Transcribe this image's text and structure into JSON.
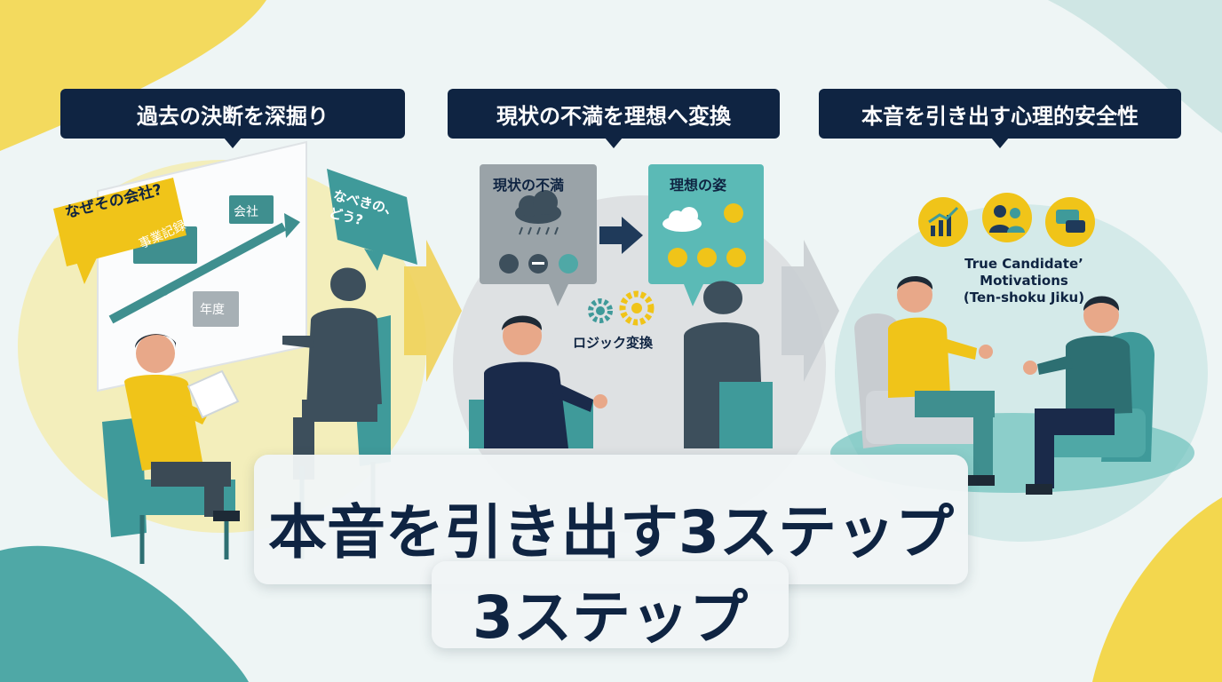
{
  "steps": [
    {
      "banner": "過去の決断を深掘り",
      "speech_question": "なぜその会社?",
      "speech_reply": "なべきの、どう?",
      "timeline_labels": [
        "事業記録",
        "会社",
        "年度"
      ]
    },
    {
      "banner": "現状の不満を理想へ変換",
      "dissatisfaction_label": "現状の不満",
      "ideal_label": "理想の姿",
      "logic_label": "ロジック変換"
    },
    {
      "banner": "本音を引き出す心理的安全性",
      "caption_lines": [
        "True Candidate’",
        "Motivations",
        "(Ten-shoku Jiku)"
      ]
    }
  ],
  "main_title": {
    "line1": "本音を引き出す3ステップ",
    "line2": "3ステップ"
  },
  "colors": {
    "navy": "#0f2442",
    "teal": "#3f9a9a",
    "yellow": "#f0c419",
    "slate": "#3d4f5c",
    "gray": "#9aa3a8"
  },
  "icons": [
    "rain-cloud-icon",
    "sun-cloud-icon",
    "gear-icon",
    "chart-icon",
    "people-icon",
    "chat-icon",
    "arrow-right-icon"
  ]
}
